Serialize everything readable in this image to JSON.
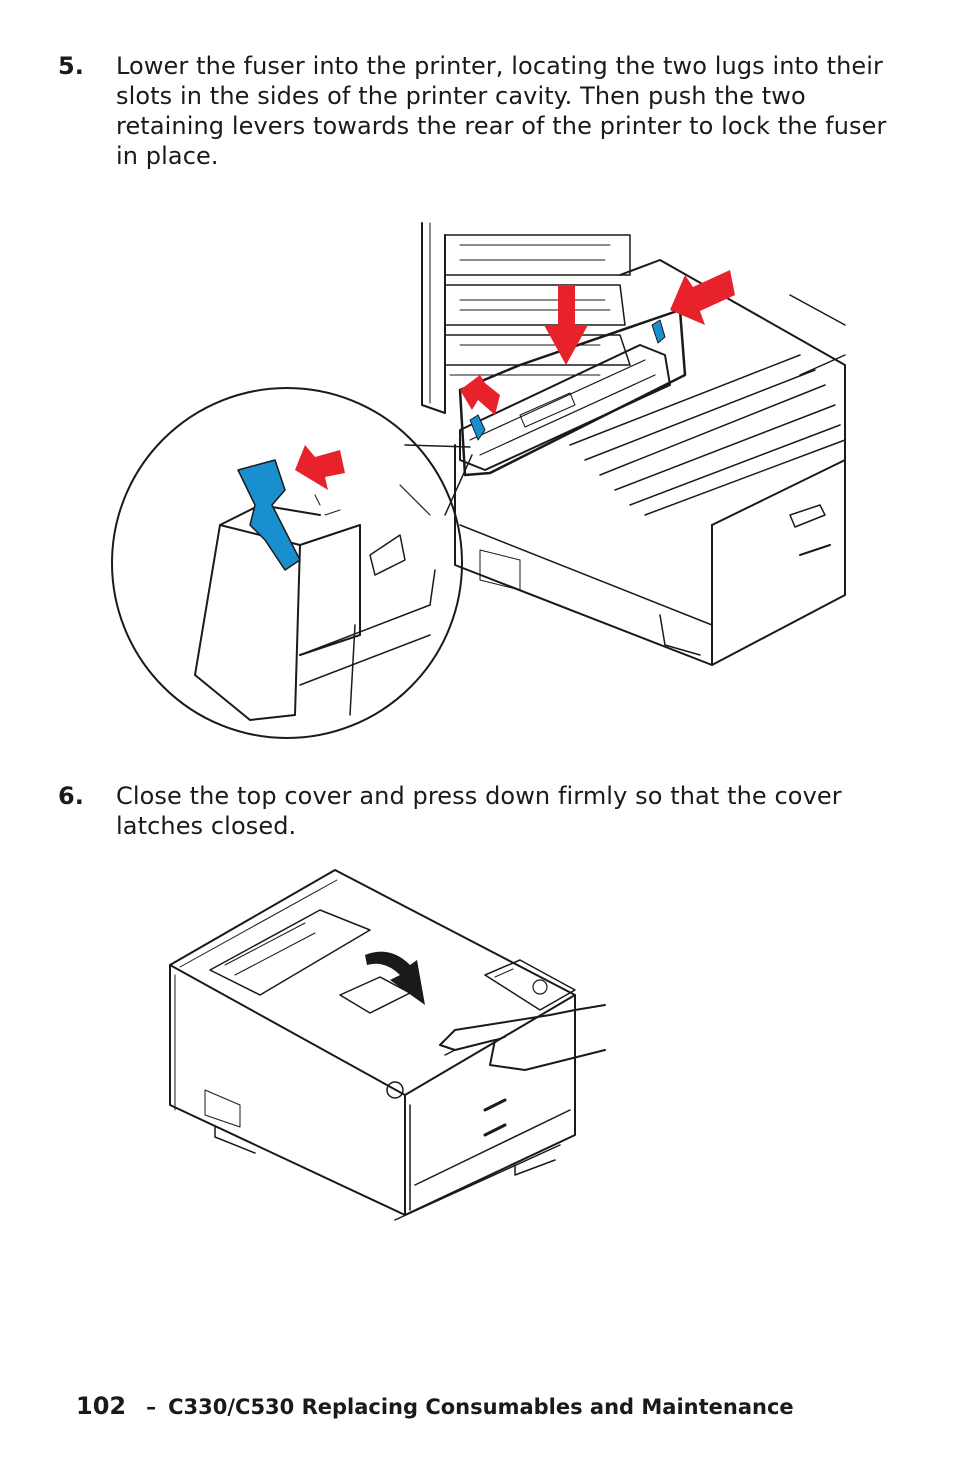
{
  "steps": [
    {
      "number": "5.",
      "text": "Lower the fuser into the printer, locating the two lugs into their slots in the sides of the printer cavity. Then push the two retaining levers towards the rear of the printer to lock the fuser in place."
    },
    {
      "number": "6.",
      "text": "Close the top cover and press down firmly so that the cover latches closed."
    }
  ],
  "footer": {
    "page_number": "102",
    "separator": "–",
    "title": "C330/C530 Replacing Consumables and Maintenance"
  },
  "colors": {
    "arrow": "#e8222b",
    "lever": "#1a8fcf",
    "line": "#1a1a1a"
  }
}
